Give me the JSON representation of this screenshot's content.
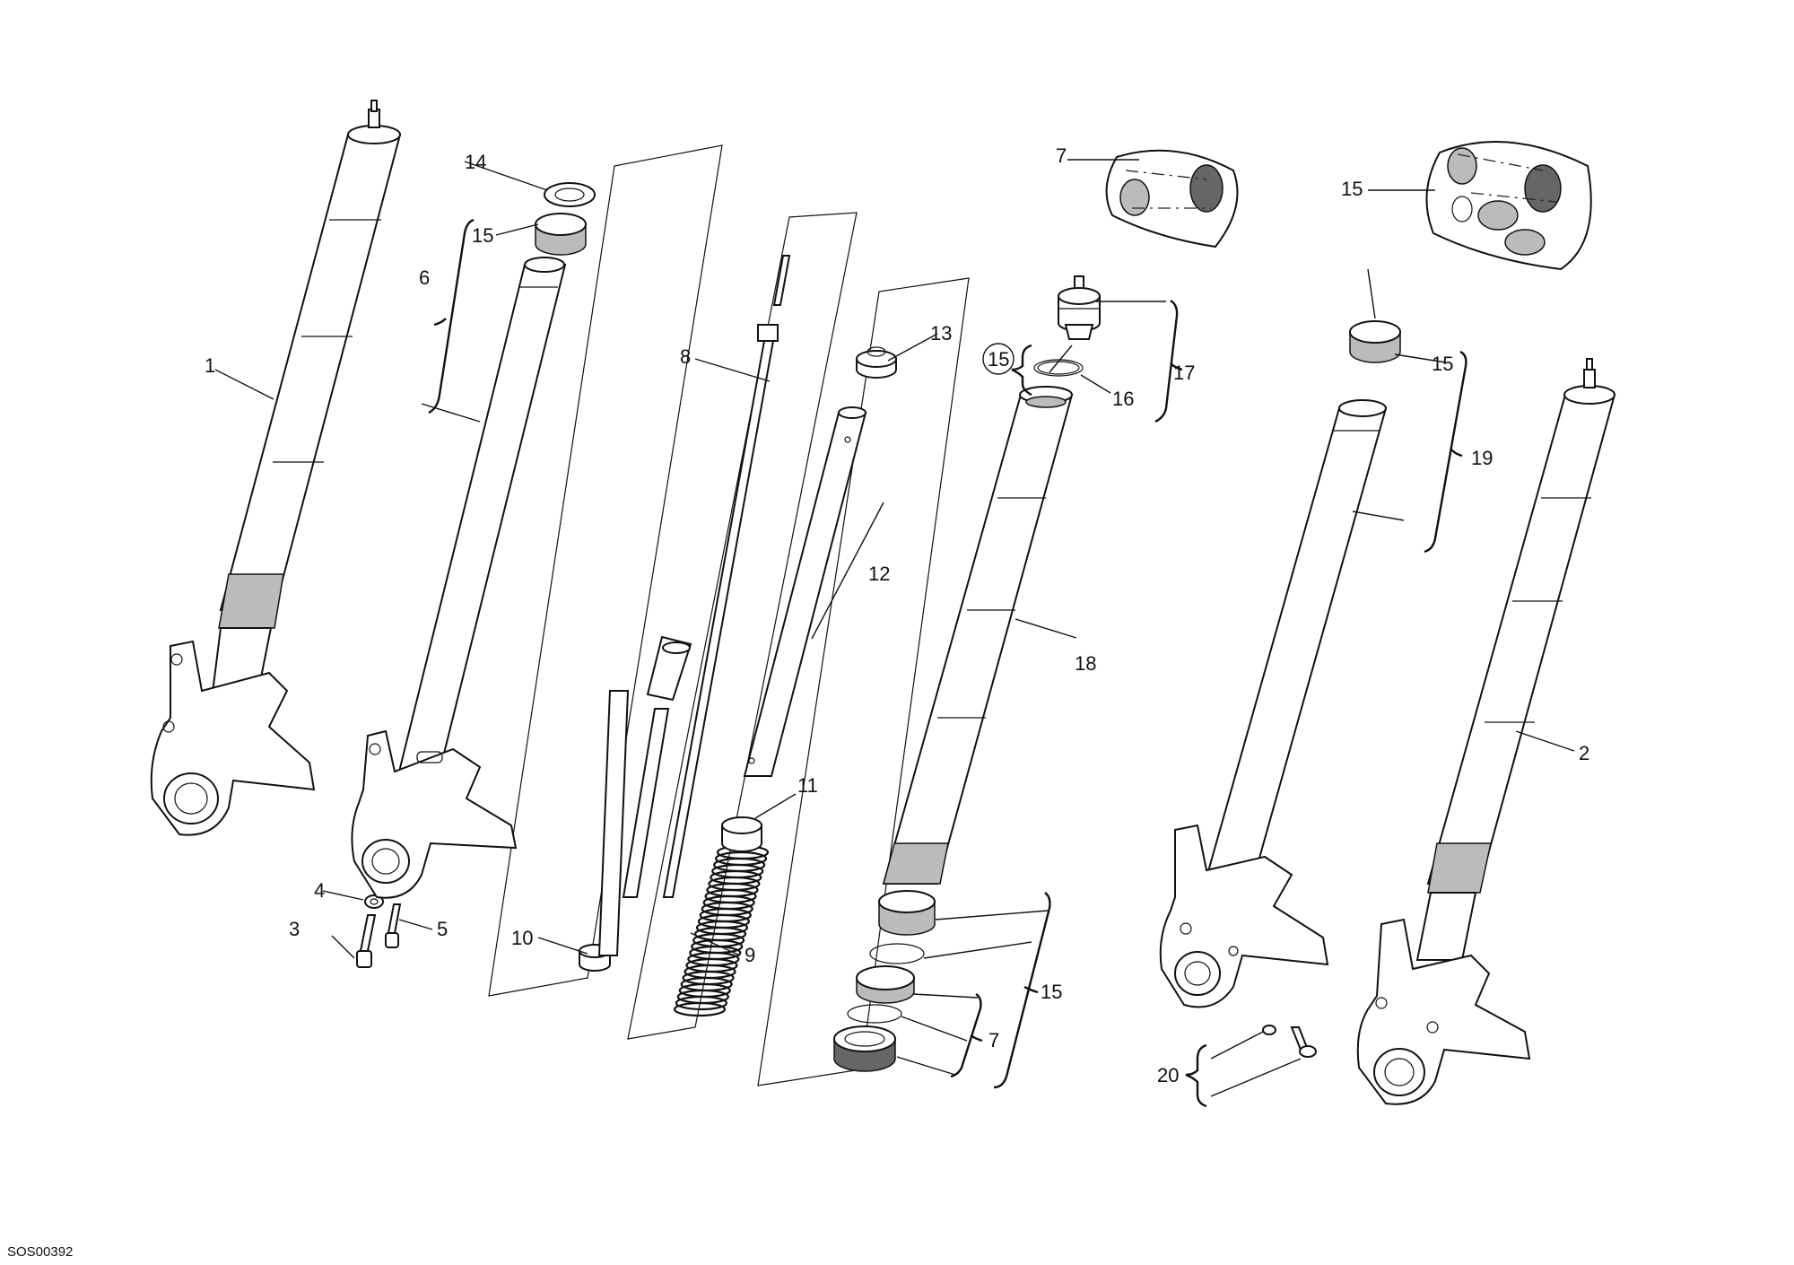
{
  "diagram": {
    "drawing_code": "SOS00392",
    "callouts": [
      {
        "id": "c1",
        "text": "1"
      },
      {
        "id": "c2",
        "text": "2"
      },
      {
        "id": "c3",
        "text": "3"
      },
      {
        "id": "c4",
        "text": "4"
      },
      {
        "id": "c5",
        "text": "5"
      },
      {
        "id": "c6",
        "text": "6"
      },
      {
        "id": "c7a",
        "text": "7"
      },
      {
        "id": "c7b",
        "text": "7"
      },
      {
        "id": "c8",
        "text": "8"
      },
      {
        "id": "c9",
        "text": "9"
      },
      {
        "id": "c10",
        "text": "10"
      },
      {
        "id": "c11",
        "text": "11"
      },
      {
        "id": "c12",
        "text": "12"
      },
      {
        "id": "c13",
        "text": "13"
      },
      {
        "id": "c14",
        "text": "14"
      },
      {
        "id": "c15a",
        "text": "15"
      },
      {
        "id": "c15b",
        "text": "15"
      },
      {
        "id": "c15c",
        "text": "15"
      },
      {
        "id": "c15d",
        "text": "15"
      },
      {
        "id": "c15e",
        "text": "15"
      },
      {
        "id": "c16",
        "text": "16"
      },
      {
        "id": "c17",
        "text": "17"
      },
      {
        "id": "c18",
        "text": "18"
      },
      {
        "id": "c19",
        "text": "19"
      },
      {
        "id": "c20",
        "text": "20"
      }
    ]
  }
}
